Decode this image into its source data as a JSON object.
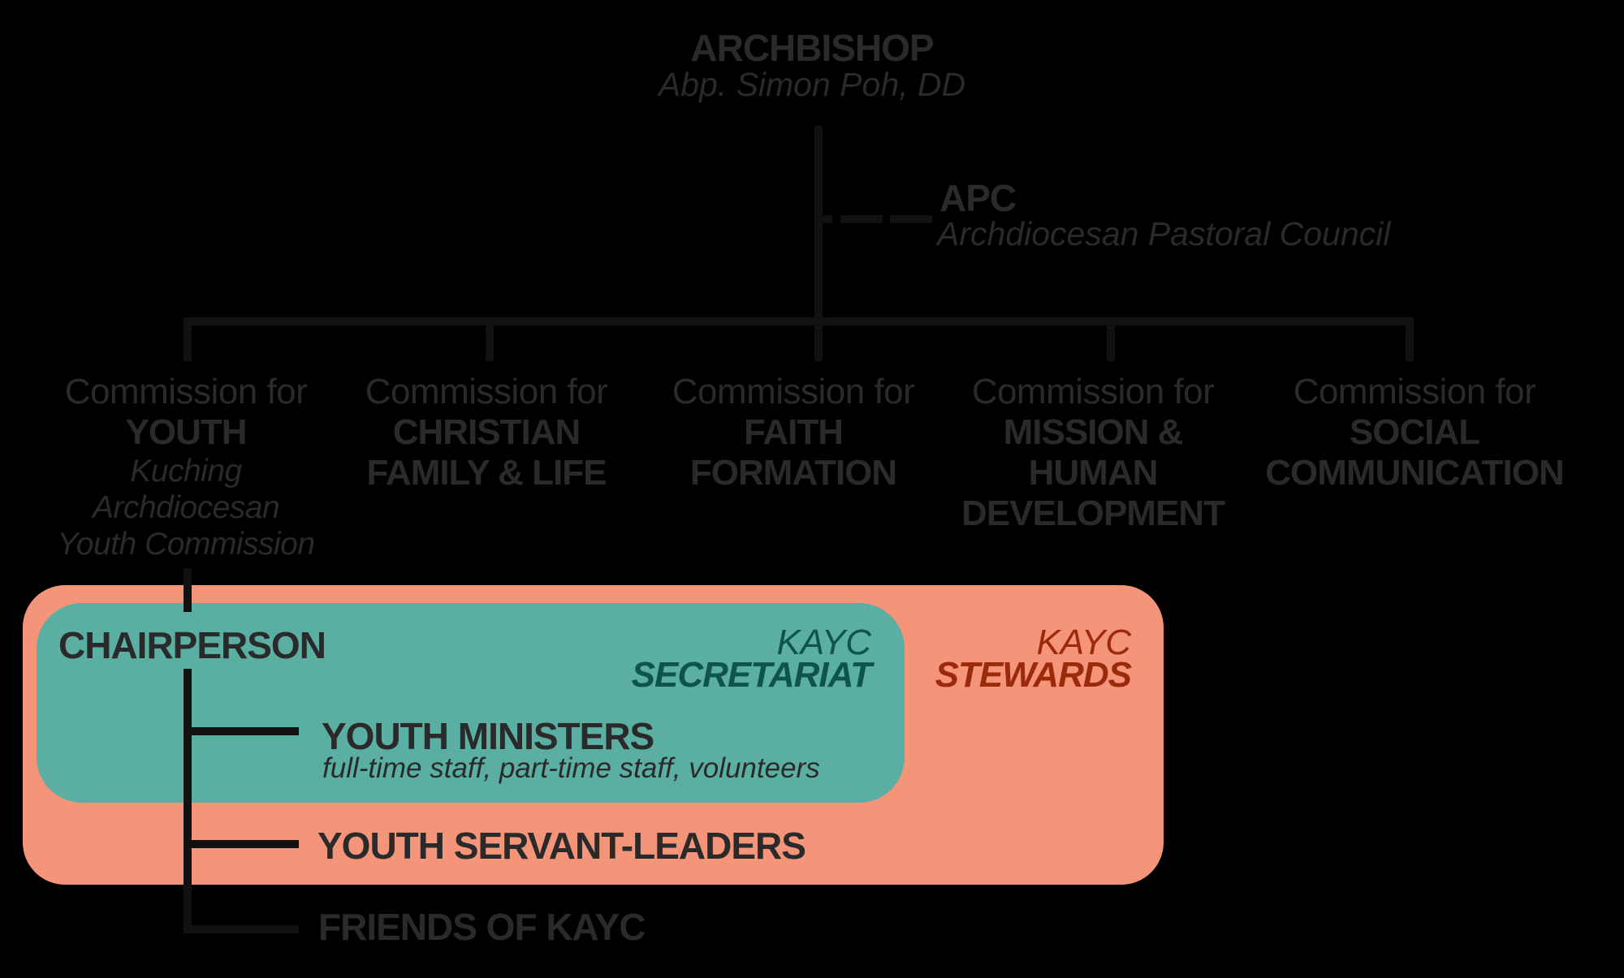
{
  "diagram": {
    "type": "org-chart",
    "colors": {
      "background": "#000000",
      "text": "#2a2a2a",
      "lines": "#111111",
      "secretariat_fill": "#5aafa2",
      "secretariat_text": "#0f544b",
      "stewards_fill": "#f4957a",
      "stewards_text": "#9b2a0a"
    }
  },
  "archbishop": {
    "title": "ARCHBISHOP",
    "name": "Abp. Simon Poh, DD"
  },
  "apc": {
    "title": "APC",
    "subtitle": "Archdiocesan Pastoral Council"
  },
  "commissions": [
    {
      "prefix": "Commission for",
      "name_lines": [
        "YOUTH"
      ],
      "sub_lines": [
        "Kuching",
        "Archdiocesan",
        "Youth Commission"
      ]
    },
    {
      "prefix": "Commission for",
      "name_lines": [
        "CHRISTIAN",
        "FAMILY & LIFE"
      ],
      "sub_lines": []
    },
    {
      "prefix": "Commission for",
      "name_lines": [
        "FAITH",
        "FORMATION"
      ],
      "sub_lines": []
    },
    {
      "prefix": "Commission for",
      "name_lines": [
        "MISSION &",
        "HUMAN",
        "DEVELOPMENT"
      ],
      "sub_lines": []
    },
    {
      "prefix": "Commission for",
      "name_lines": [
        "SOCIAL",
        "COMMUNICATION"
      ],
      "sub_lines": []
    }
  ],
  "kayc": {
    "chairperson": "CHAIRPERSON",
    "secretariat": {
      "kayc": "KAYC",
      "label": "SECRETARIAT"
    },
    "stewards": {
      "kayc": "KAYC",
      "label": "STEWARDS"
    },
    "youth_ministers": {
      "title": "YOUTH MINISTERS",
      "subtitle": "full-time staff, part-time staff, volunteers"
    },
    "youth_servant_leaders": {
      "title": "YOUTH SERVANT-LEADERS"
    },
    "friends": {
      "title": "FRIENDS OF KAYC"
    }
  }
}
